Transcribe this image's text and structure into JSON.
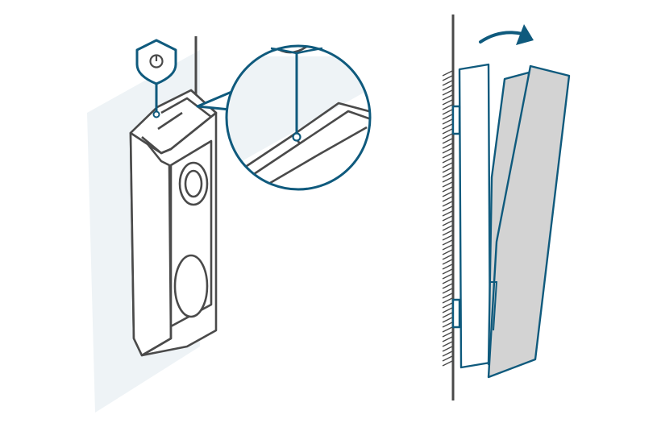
{
  "colors": {
    "outline": "#4a4a4a",
    "accent_blue": "#0f5a7d",
    "wall_tint": "#eef3f6",
    "cover_gray": "#d3d3d3",
    "background": "#ffffff"
  },
  "panels": [
    {
      "id": "left",
      "depicts": "doorbell-mounted-on-wall-with-release-pin"
    },
    {
      "id": "right",
      "depicts": "doorbell-cover-tilted-away-from-bracket"
    }
  ],
  "icons": {
    "release_tool": "shield-icon",
    "rotation": "curved-arrow-icon"
  }
}
